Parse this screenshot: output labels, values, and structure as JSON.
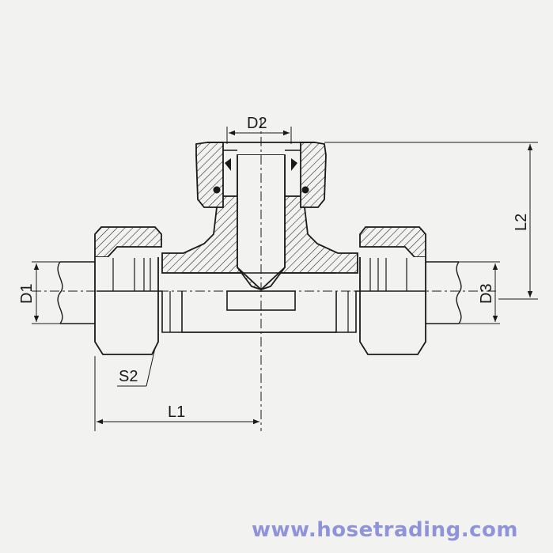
{
  "diagram": {
    "labels": {
      "d1": "D1",
      "d2": "D2",
      "d3": "D3",
      "l1": "L1",
      "l2": "L2",
      "s2": "S2"
    }
  },
  "website": "www.hosetrading.com",
  "colors": {
    "background": "#f2f2f0",
    "line": "#1a1a1a",
    "hatch": "#1a1a1a",
    "watermark": "#8f93d8"
  }
}
